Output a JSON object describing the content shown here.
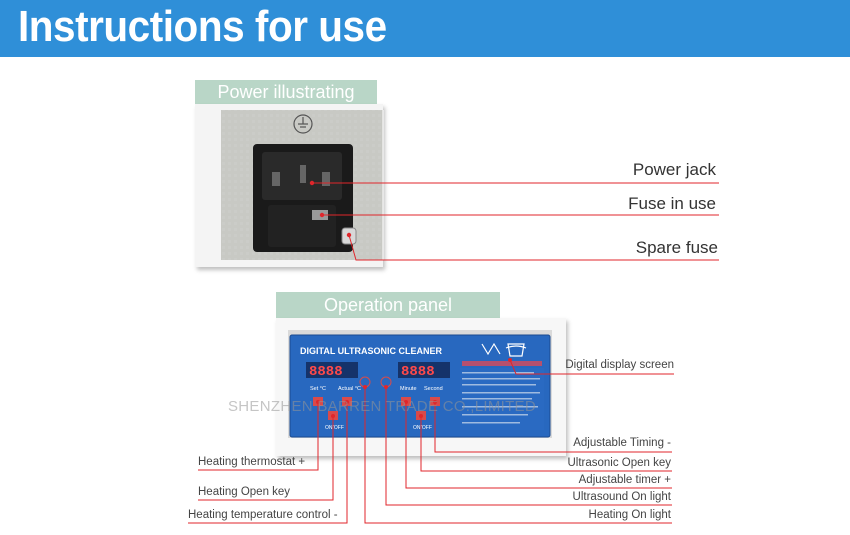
{
  "header": {
    "title": "Instructions for use"
  },
  "power_section": {
    "label": "Power illustrating",
    "callouts": [
      "Power jack",
      "Fuse in use",
      "Spare fuse"
    ]
  },
  "operation_section": {
    "label": "Operation panel",
    "panel_title": "DIGITAL ULTRASONIC CLEANER",
    "display_left": "8888",
    "display_right": "8888",
    "labels": [
      "Set °C",
      "Actual °C",
      "Minute",
      "Second"
    ],
    "onoff": "ON/OFF",
    "callouts_right": [
      "Digital display screen",
      "Adjustable Timing -",
      "Ultrasonic Open key",
      "Adjustable timer +",
      "Ultrasound On light",
      "Heating On light"
    ],
    "callouts_left": [
      "Heating thermostat +",
      "Heating Open key",
      "Heating temperature control -"
    ]
  },
  "watermark": "SHENZHEN BARREN TRADE CO.,LIMITED",
  "colors": {
    "header_bg": "#2f8fd8",
    "leader_line": "#e0262b",
    "panel_blue": "#1f5fb0"
  }
}
